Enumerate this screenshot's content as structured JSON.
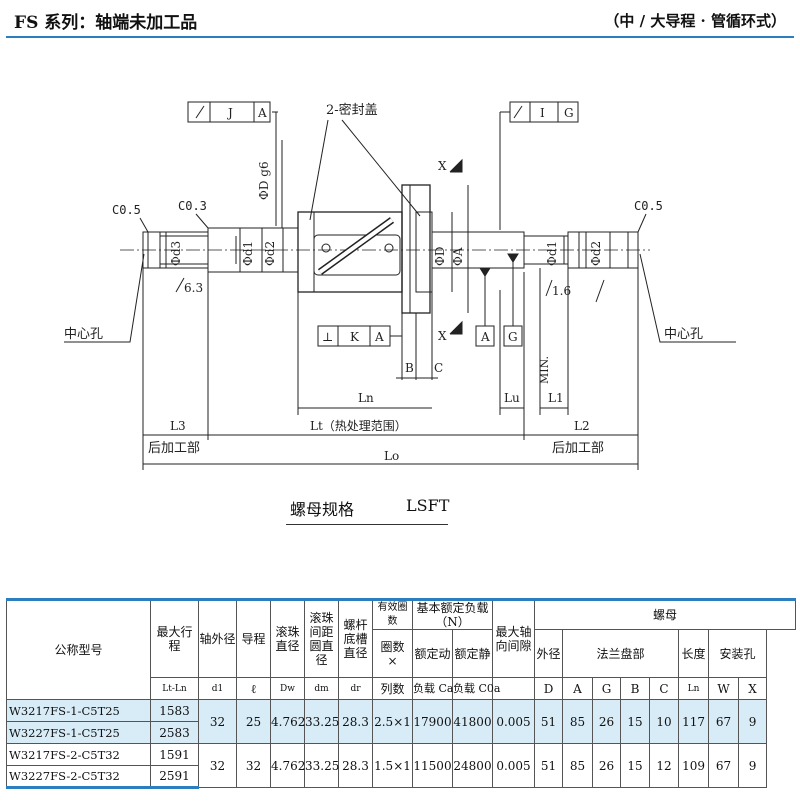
{
  "header": {
    "title": "FS 系列：轴端未加工品",
    "subtitle": "（中 / 大导程 · 管循环式）"
  },
  "drawing": {
    "tol_left": [
      "J",
      "A"
    ],
    "tol_right": [
      "I",
      "G"
    ],
    "tol_bottom": [
      "⊥",
      "K",
      "A"
    ],
    "seal_label": "2-密封盖",
    "phi_d_g6": "ΦD g6",
    "section_mark": "X",
    "chamfer_left": "C0.5",
    "chamfer_mid": "C0.3",
    "chamfer_right": "C0.5",
    "phi_d3": "Φd3",
    "phi_d1_left": "Φd1",
    "phi_d2_left": "Φd2",
    "phi_D": "ΦD",
    "phi_A": "ΦA",
    "phi_d1_right": "Φd1",
    "phi_d2_right": "Φd2",
    "relief_left": "6.3",
    "relief_right": "1.6",
    "center_hole_left": "中心孔",
    "center_hole_right": "中心孔",
    "datum_A": "A",
    "datum_G": "G",
    "dim_B": "B",
    "dim_C": "C",
    "dim_Ln": "Ln",
    "dim_Lu": "Lu",
    "dim_min": "MIN.",
    "dim_L1": "L1",
    "dim_L3": "L3",
    "dim_Lt": "Lt（热处理范围）",
    "dim_L2": "L2",
    "post_left": "后加工部",
    "post_right": "后加工部",
    "dim_Lo": "Lo"
  },
  "spec": {
    "label": "螺母规格",
    "code": "LSFT"
  },
  "table": {
    "headers": {
      "model": "公称型号",
      "stroke": "最大行程",
      "stroke_sym": "Lt-Ln",
      "shaft": "轴外径",
      "shaft_sym": "d1",
      "lead": "导程",
      "lead_sym": "ℓ",
      "ball": "滚珠直径",
      "ball_sym": "Dw",
      "pcd": "滚珠间距圆直径",
      "pcd_sym": "dm",
      "root": "螺杆底槽直径",
      "root_sym": "dr",
      "circuits_top": "有效圈数",
      "circuits_mid": "圈数",
      "circuits_x": "×",
      "circuits_bot": "列数",
      "load": "基本额定负载",
      "load_unit": "（N）",
      "dyn": "额定动",
      "dyn_sym": "负载 Ca",
      "stat": "额定静",
      "stat_sym": "负载 C0a",
      "backlash": "最大轴向间隙",
      "nut": "螺母",
      "outer": "外径",
      "flange": "法兰盘部",
      "length": "长度",
      "holes": "安装孔",
      "D": "D",
      "A": "A",
      "G": "G",
      "B": "B",
      "C": "C",
      "Ln": "Ln",
      "W": "W",
      "X": "X"
    },
    "groups": [
      {
        "models": [
          "W3217FS-1-C5T25",
          "W3227FS-1-C5T25"
        ],
        "strokes": [
          "1583",
          "2583"
        ],
        "d1": "32",
        "lead": "25",
        "Dw": "4.762",
        "dm": "33.25",
        "dr": "28.3",
        "circuits": "2.5×1",
        "Ca": "17900",
        "C0a": "41800",
        "backlash": "0.005",
        "D": "51",
        "A": "85",
        "G": "26",
        "B": "15",
        "C": "10",
        "Ln": "117",
        "W": "67",
        "X": "9"
      },
      {
        "models": [
          "W3217FS-2-C5T32",
          "W3227FS-2-C5T32"
        ],
        "strokes": [
          "1591",
          "2591"
        ],
        "d1": "32",
        "lead": "32",
        "Dw": "4.762",
        "dm": "33.25",
        "dr": "28.3",
        "circuits": "1.5×1",
        "Ca": "11500",
        "C0a": "24800",
        "backlash": "0.005",
        "D": "51",
        "A": "85",
        "G": "26",
        "B": "15",
        "C": "12",
        "Ln": "109",
        "W": "67",
        "X": "9"
      }
    ]
  }
}
